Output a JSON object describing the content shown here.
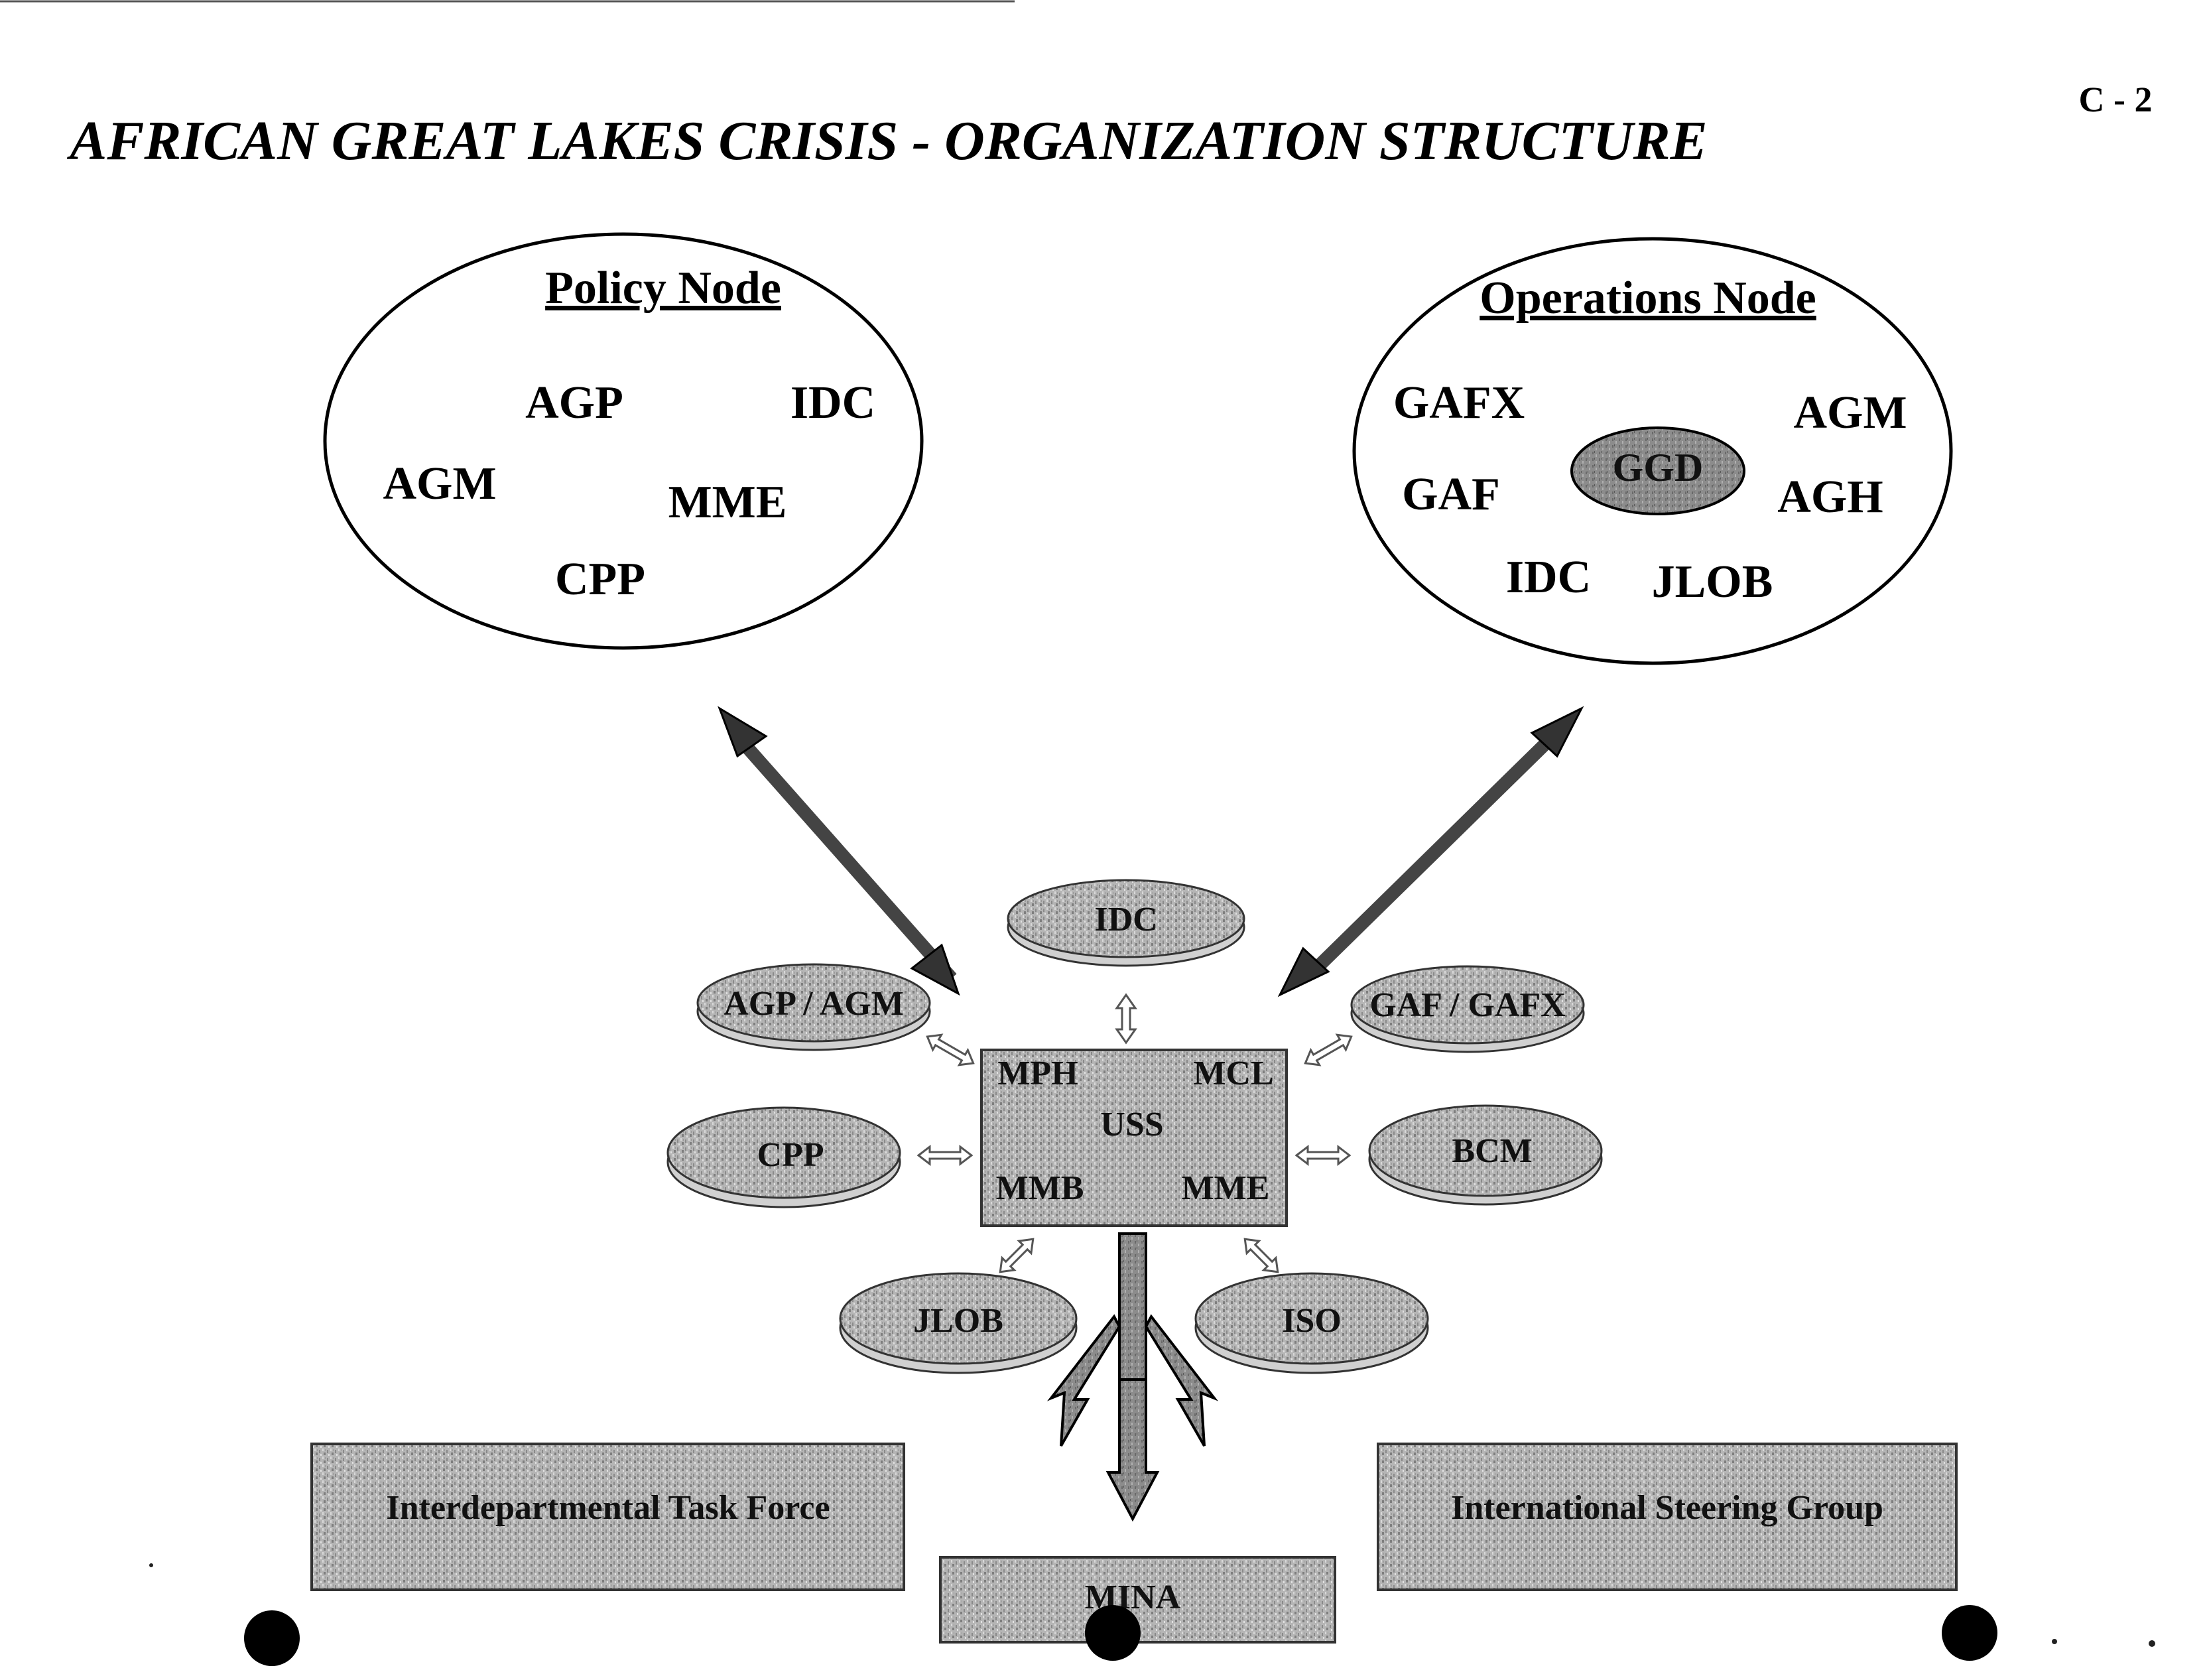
{
  "page": {
    "title": "AFRICAN GREAT LAKES CRISIS - ORGANIZATION STRUCTURE",
    "page_number": "C - 2"
  },
  "policy_node": {
    "heading": "Policy Node",
    "members": [
      "AGP",
      "IDC",
      "AGM",
      "MME",
      "CPP"
    ]
  },
  "operations_node": {
    "heading": "Operations Node",
    "members": [
      "GAFX",
      "AGM",
      "GAF",
      "AGH",
      "IDC",
      "JLOB"
    ],
    "center": "GGD"
  },
  "hub": {
    "center": "USS",
    "corners": [
      "MPH",
      "MCL",
      "MMB",
      "MME"
    ]
  },
  "satellites": [
    "IDC",
    "AGP / AGM",
    "GAF / GAFX",
    "CPP",
    "BCM",
    "JLOB",
    "ISO"
  ],
  "bottom_boxes": {
    "left": "Interdepartmental Task Force",
    "center": "MINA",
    "right": "International Steering Group"
  },
  "colors": {
    "ink": "#000000",
    "gray_fill": "#a8a8a8",
    "dark_fill": "#6a6a6a"
  }
}
